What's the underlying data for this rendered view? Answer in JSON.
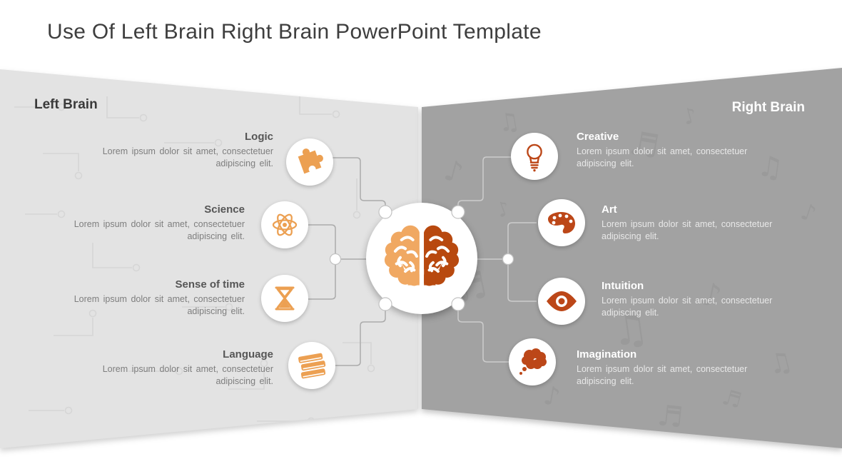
{
  "title": "Use Of Left Brain Right Brain PowerPoint Template",
  "left_panel": {
    "header": "Left Brain",
    "items": [
      {
        "label": "Logic",
        "description": "Lorem ipsum dolor sit amet, consectetuer adipiscing elit.",
        "icon": "puzzle-icon"
      },
      {
        "label": "Science",
        "description": "Lorem ipsum dolor sit amet, consectetuer adipiscing elit.",
        "icon": "atom-icon"
      },
      {
        "label": "Sense of time",
        "description": "Lorem ipsum dolor sit amet, consectetuer adipiscing elit.",
        "icon": "hourglass-icon"
      },
      {
        "label": "Language",
        "description": "Lorem ipsum dolor sit amet, consectetuer adipiscing elit.",
        "icon": "books-icon"
      }
    ]
  },
  "right_panel": {
    "header": "Right Brain",
    "items": [
      {
        "label": "Creative",
        "description": "Lorem ipsum dolor sit amet, consectetuer adipiscing elit.",
        "icon": "lightbulb-icon"
      },
      {
        "label": "Art",
        "description": "Lorem ipsum dolor sit amet, consectetuer adipiscing elit.",
        "icon": "palette-icon"
      },
      {
        "label": "Intuition",
        "description": "Lorem ipsum dolor sit amet, consectetuer adipiscing elit.",
        "icon": "eye-icon"
      },
      {
        "label": "Imagination",
        "description": "Lorem ipsum dolor sit amet, consectetuer adipiscing elit.",
        "icon": "thought-cloud-icon"
      }
    ]
  },
  "center": {
    "icon": "brain-icon"
  },
  "colors": {
    "left_accent": "#ECA052",
    "right_accent": "#BC4718",
    "left_panel_bg": "#E3E3E3",
    "right_panel_bg": "#A2A2A2",
    "brain_left_half": "#F0A862",
    "brain_right_half": "#B8490F",
    "title_text": "#3E3E3E"
  }
}
